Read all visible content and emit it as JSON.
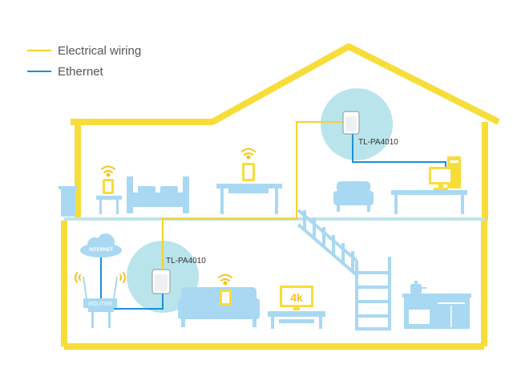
{
  "legend": {
    "items": [
      {
        "label": "Electrical wiring",
        "color": "#f5d327"
      },
      {
        "label": "Ethernet",
        "color": "#1e90d6"
      }
    ]
  },
  "devices": {
    "adapter_upper": {
      "label": "TL-PA4010"
    },
    "adapter_lower": {
      "label": "TL-PA4010"
    },
    "router": {
      "label": "ROUTER"
    },
    "internet": {
      "label": "INTERNET"
    },
    "tv": {
      "label": "4k"
    }
  },
  "colors": {
    "wall": "#f7dd3a",
    "furniture": "#a9d8f2",
    "adapter_halo": "#b9e4ec",
    "wifi": "#f5c518",
    "electrical": "#f5d327",
    "ethernet": "#1e90d6"
  }
}
